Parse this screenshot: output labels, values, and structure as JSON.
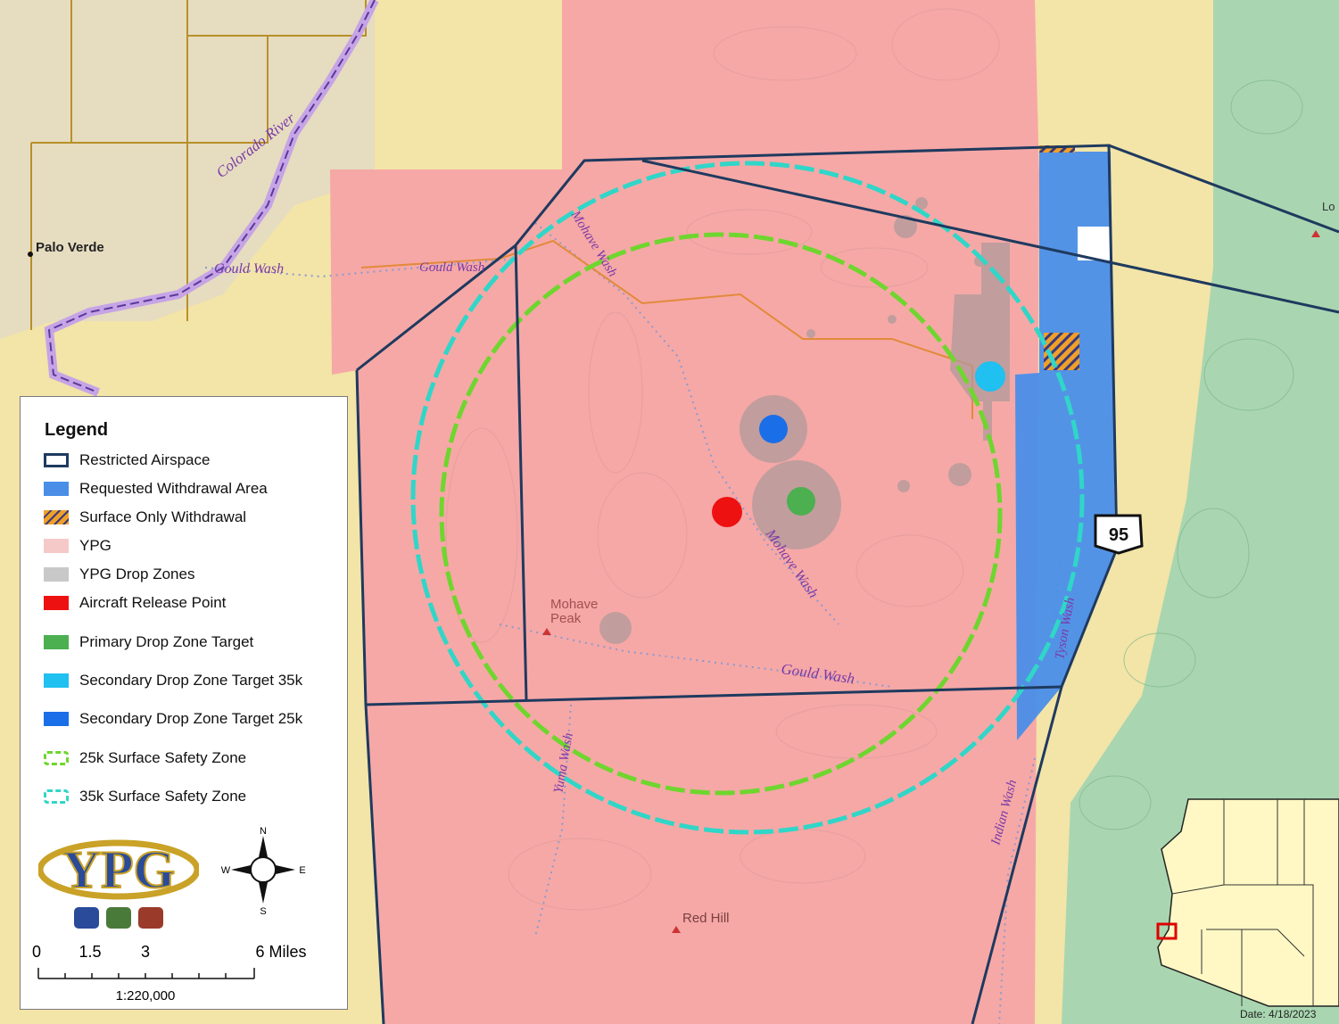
{
  "legend": {
    "title": "Legend",
    "items": [
      {
        "label": "Restricted Airspace",
        "kind": "outline",
        "color": "#1f3a5f"
      },
      {
        "label": "Requested Withdrawal Area",
        "kind": "fill",
        "color": "#4a8ee8"
      },
      {
        "label": "Surface Only Withdrawal",
        "kind": "hatch",
        "color": "#f0a028"
      },
      {
        "label": "YPG",
        "kind": "fill",
        "color": "#f6c9c9"
      },
      {
        "label": "YPG Drop Zones",
        "kind": "fill",
        "color": "#c8c8c8"
      },
      {
        "label": "Aircraft Release Point",
        "kind": "fill",
        "color": "#ee1111"
      },
      {
        "label": "Primary Drop Zone Target",
        "kind": "fill",
        "color": "#4caf50"
      },
      {
        "label": "Secondary Drop Zone Target 35k",
        "kind": "fill",
        "color": "#20c0f0"
      },
      {
        "label": "Secondary Drop Zone Target 25k",
        "kind": "fill",
        "color": "#1a6ee8"
      },
      {
        "label": "25k Surface Safety Zone",
        "kind": "dashed",
        "color": "#6ed62e"
      },
      {
        "label": "35k Surface Safety Zone",
        "kind": "dashed",
        "color": "#30d6c8"
      }
    ],
    "logo_text": "YPG",
    "north_letters": {
      "n": "N",
      "s": "S",
      "e": "E",
      "w": "W"
    },
    "scale": {
      "ticks": [
        "0",
        "1.5",
        "3",
        "6 Miles"
      ],
      "ratio": "1:220,000"
    }
  },
  "map_labels": {
    "palo_verde": "Palo Verde",
    "colorado_river": "Colorado River",
    "gould_wash_1": "Gould Wash",
    "gould_wash_2": "Gould Wash",
    "gould_wash_3": "Gould Wash",
    "mohave_wash_1": "Mohave Wash",
    "mohave_wash_2": "Mohave Wash",
    "mohave_peak_1": "Mohave",
    "mohave_peak_2": "Peak",
    "yuma_wash": "Yuma Wash",
    "indian_wash": "Indian Wash",
    "tyson_wash": "Tyson Wash",
    "red_hill": "Red Hill",
    "lo_label": "Lo",
    "route_shield": "95"
  },
  "date": "Date: 4/18/2023",
  "colors": {
    "ypg": "#f6a8a6",
    "blm": "#f3e4a8",
    "forest": "#a9d6b0",
    "private": "#e6dcc0",
    "withdrawal": "#4a8ee8",
    "airspace": "#1f3a5f"
  }
}
